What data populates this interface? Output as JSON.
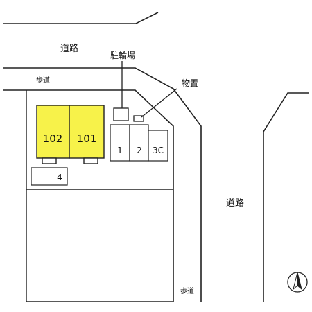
{
  "labels": {
    "road_top": "道路",
    "road_right": "道路",
    "sidewalk_top": "歩道",
    "sidewalk_right": "歩道",
    "bicycle_parking": "駐輪場",
    "storage": "物置"
  },
  "units": [
    {
      "id": "102",
      "label": "102"
    },
    {
      "id": "101",
      "label": "101"
    }
  ],
  "parking": [
    {
      "id": "1",
      "label": "1"
    },
    {
      "id": "2",
      "label": "2"
    },
    {
      "id": "3",
      "label": "3C"
    },
    {
      "id": "4",
      "label": "4"
    }
  ],
  "colors": {
    "building_fill": "#f7f24a",
    "line": "#222222"
  }
}
